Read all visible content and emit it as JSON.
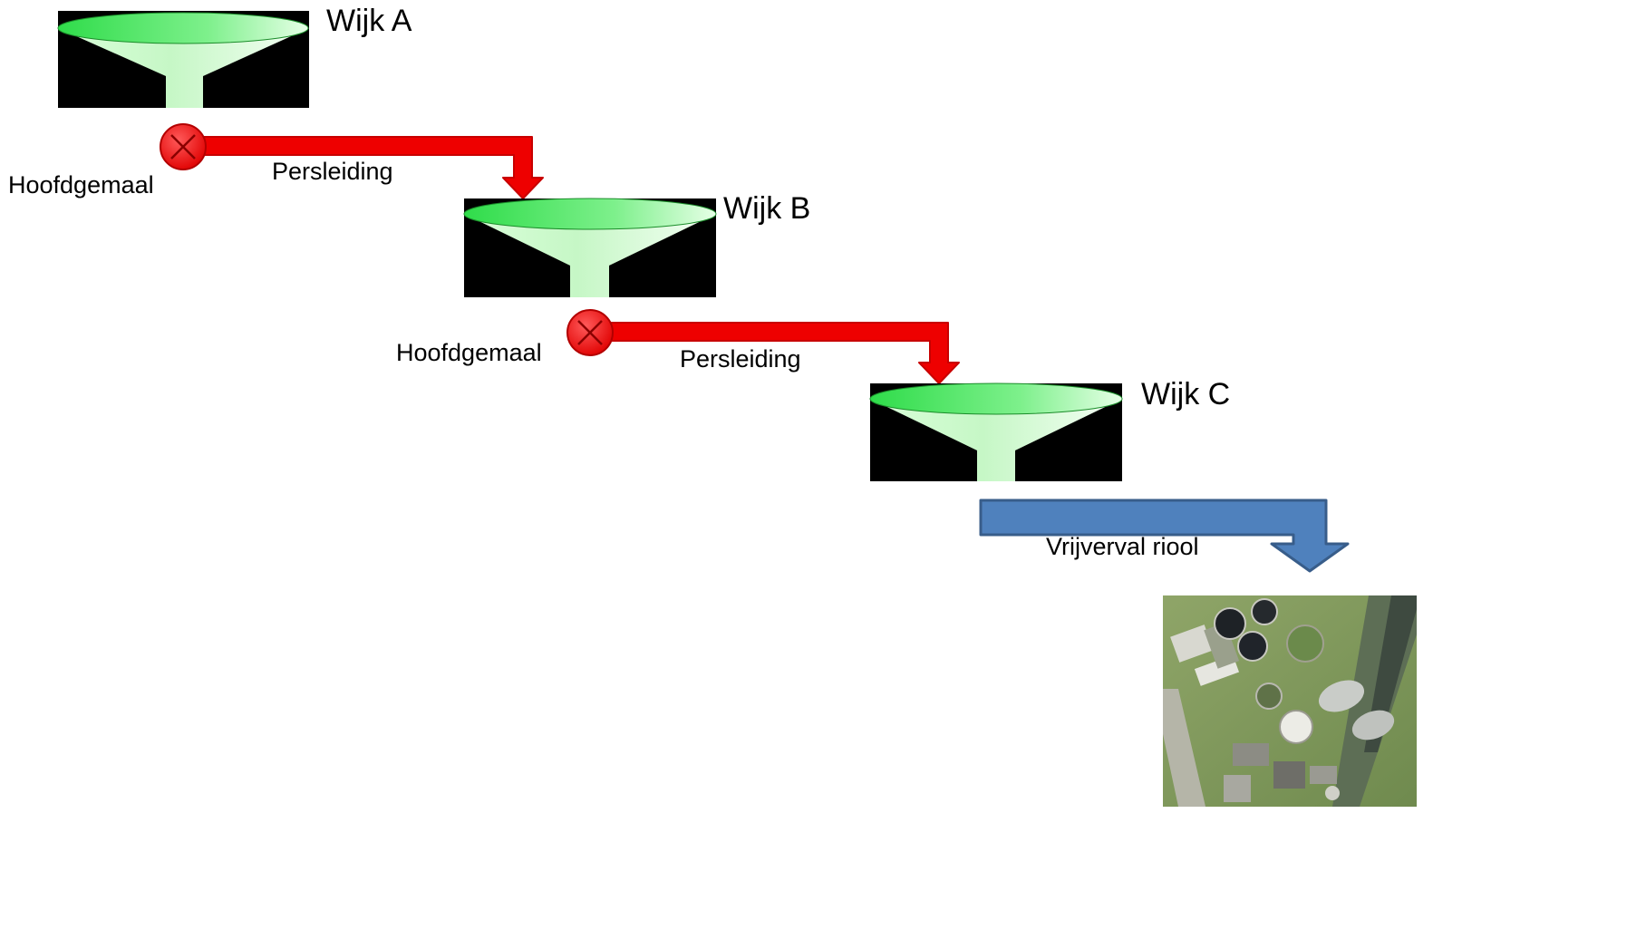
{
  "diagram": {
    "districts": [
      {
        "label": "Wijk A"
      },
      {
        "label": "Wijk B"
      },
      {
        "label": "Wijk C"
      }
    ],
    "pumps": [
      {
        "label": "Hoofdgemaal",
        "icon": "pump-station-icon"
      },
      {
        "label": "Hoofdgemaal",
        "icon": "pump-station-icon"
      }
    ],
    "pressure_mains": [
      {
        "label": "Persleiding"
      },
      {
        "label": "Persleiding"
      }
    ],
    "gravity_sewer": {
      "label": "Vrijverval riool"
    },
    "treatment_plant": {
      "icon": "wastewater-treatment-plant-aerial-photo"
    },
    "colors": {
      "funnel_green": "#3fe65a",
      "funnel_light": "#e9ffe9",
      "funnel_background": "#000000",
      "pressure_main": "#ee0000",
      "pump_fill": "#ff2222",
      "gravity_sewer": "#4f81bd",
      "gravity_sewer_border": "#385d8a"
    }
  }
}
